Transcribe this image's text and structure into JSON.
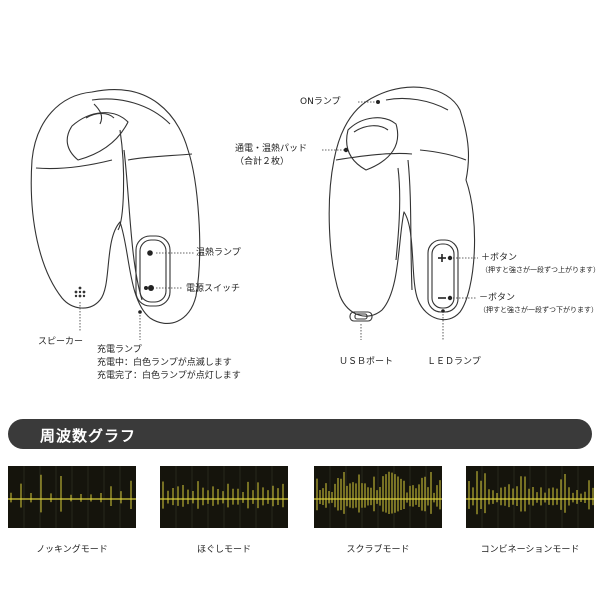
{
  "left_device": {
    "labels": {
      "heat_lamp": "温熱ランプ",
      "power_switch": "電源スイッチ",
      "speaker": "スピーカー",
      "charge_lamp": "充電ランプ",
      "charging": "充電中：白色ランプが点滅します",
      "charged": "充電完了：白色ランプが点灯します"
    }
  },
  "right_device": {
    "labels": {
      "on_lamp": "ONランプ",
      "pads": "通電・温熱パッド",
      "pads_count": "（合計２枚）",
      "plus_button": "＋ボタン",
      "plus_desc": "（押すと強さが一段ずつ上がります）",
      "minus_button": "－ボタン",
      "minus_desc": "（押すと強さが一段ずつ下がります）",
      "usb_port": "ＵＳＢポート",
      "led_lamp": "ＬＥＤランプ"
    }
  },
  "section_title": "周波数グラフ",
  "graphs": [
    {
      "label": "ノッキングモード",
      "pattern": "knock"
    },
    {
      "label": "ほぐしモード",
      "pattern": "loosen"
    },
    {
      "label": "スクラブモード",
      "pattern": "scrub"
    },
    {
      "label": "コンビネーションモード",
      "pattern": "combo"
    }
  ],
  "colors": {
    "wave": "#d8cc3a",
    "panel": "#15140c",
    "banner": "#3a3a3a"
  }
}
